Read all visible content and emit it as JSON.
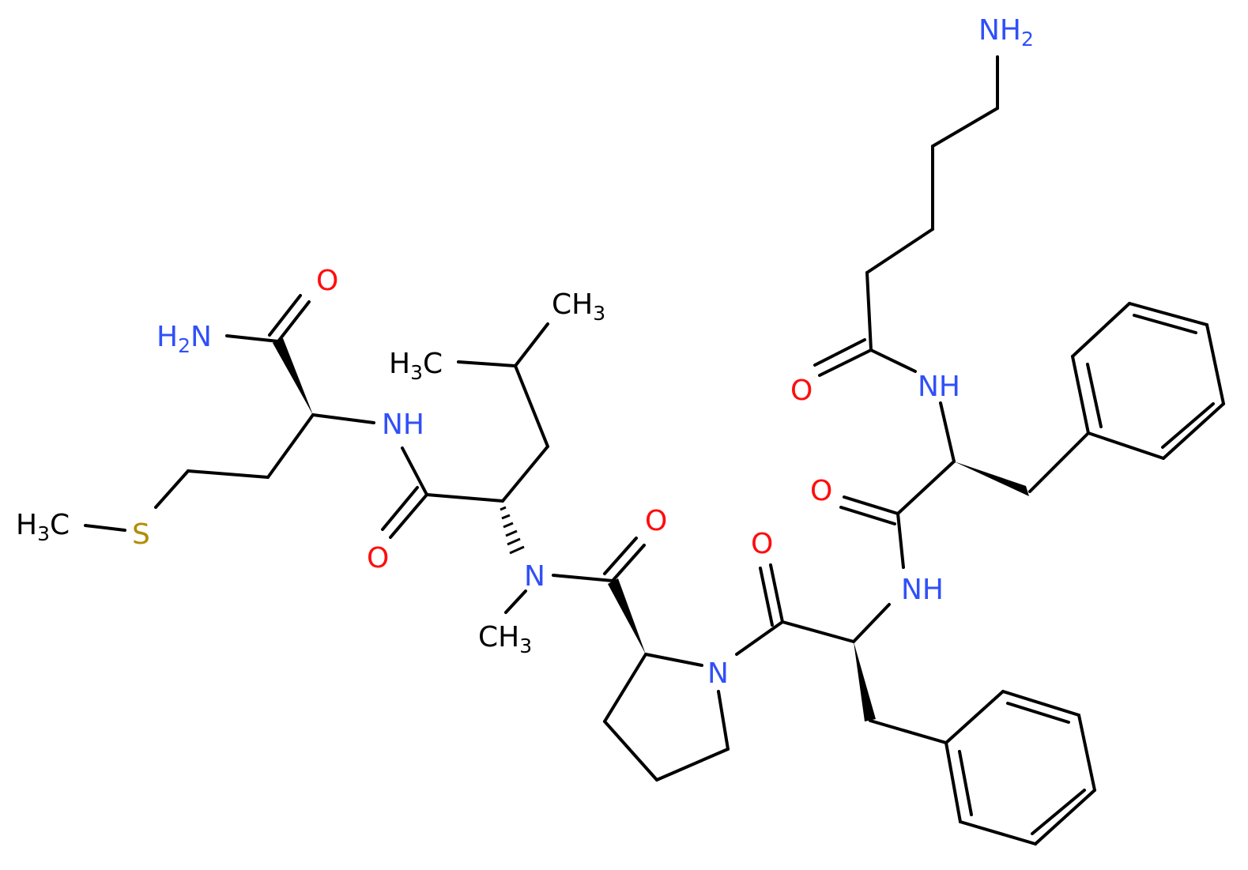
{
  "colors": {
    "oxygen": "#ff0d0d",
    "nitrogen": "#3050f8",
    "sulfur": "#b28d00",
    "carbon": "#000000"
  },
  "atoms": {
    "nh2_top": {
      "main": "NH",
      "sub": "2"
    },
    "o_amide1": "O",
    "nh_amide1": "NH",
    "o_amide2": "O",
    "nh_amide2": "NH",
    "o_amide3": "O",
    "nh_amide3": "NH",
    "o_amide4": "O",
    "n_pro": "N",
    "o_amide5": "O",
    "n_methyl": "N",
    "ch3_nmethyl": {
      "main": "CH",
      "sub": "3"
    },
    "ch3_leu1": {
      "main": "CH",
      "sub": "3"
    },
    "ch3_leu2": {
      "pre": "H",
      "sub": "3",
      "post": "C"
    },
    "o_amide6": "O",
    "nh_amide6": "NH",
    "o_amide7": "O",
    "nh2_amide7": {
      "main": "H",
      "sub": "2",
      "post": "N"
    },
    "s_met": "S",
    "ch3_s": {
      "pre": "H",
      "sub": "3",
      "post": "C"
    }
  }
}
